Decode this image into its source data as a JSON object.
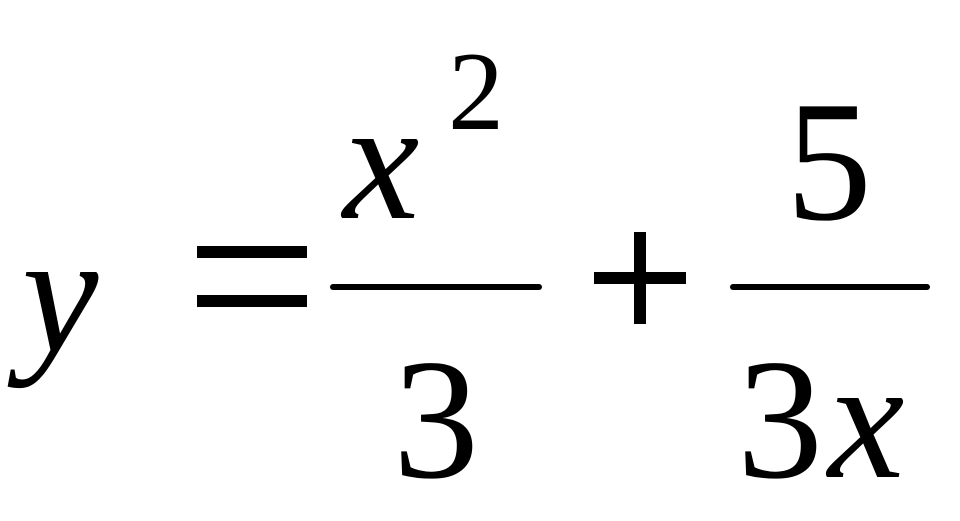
{
  "equation": {
    "lhs": "y",
    "equals": "=",
    "term1": {
      "numerator_base": "x",
      "numerator_exponent": "2",
      "denominator": "3"
    },
    "plus": "+",
    "term2": {
      "numerator": "5",
      "denominator_coefficient": "3",
      "denominator_variable": "x"
    }
  }
}
